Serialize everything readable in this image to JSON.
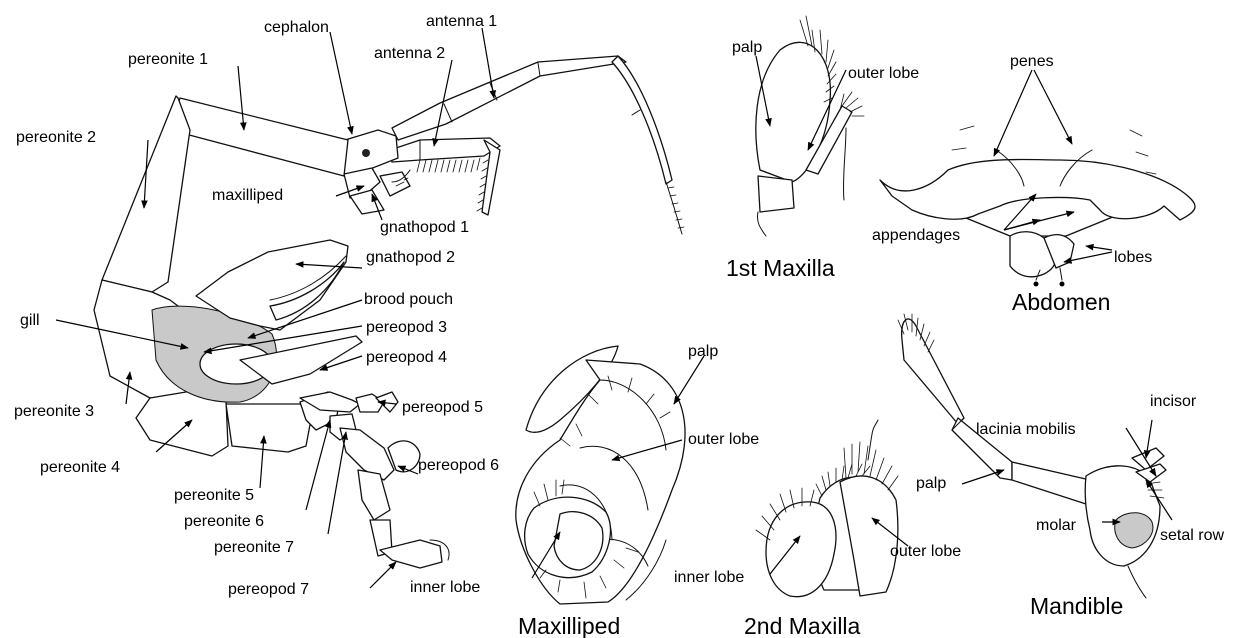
{
  "colors": {
    "line": "#111111",
    "membrane": "#c9c9c9",
    "background": "#ffffff"
  },
  "body_labels": {
    "antenna_1": "antenna 1",
    "antenna_2": "antenna 2",
    "cephalon": "cephalon",
    "pereonite_1": "pereonite 1",
    "pereonite_2": "pereonite 2",
    "pereonite_3": "pereonite 3",
    "pereonite_4": "pereonite 4",
    "pereonite_5": "pereonite 5",
    "pereonite_6": "pereonite 6",
    "pereonite_7": "pereonite 7",
    "maxilliped": "maxilliped",
    "gnathopod_1": "gnathopod 1",
    "gnathopod_2": "gnathopod 2",
    "brood_pouch": "brood pouch",
    "gill": "gill",
    "pereopod_3": "pereopod 3",
    "pereopod_4": "pereopod 4",
    "pereopod_5": "pereopod 5",
    "pereopod_6": "pereopod 6",
    "pereopod_7": "pereopod 7"
  },
  "first_maxilla": {
    "title": "1st Maxilla",
    "palp": "palp",
    "outer_lobe": "outer lobe"
  },
  "abdomen": {
    "title": "Abdomen",
    "penes": "penes",
    "appendages": "appendages",
    "lobes": "lobes"
  },
  "maxilliped_detail": {
    "title": "Maxilliped",
    "palp": "palp",
    "outer_lobe": "outer lobe",
    "inner_lobe": "inner lobe"
  },
  "second_maxilla": {
    "title": "2nd Maxilla",
    "inner_lobe": "inner lobe",
    "outer_lobe": "outer lobe"
  },
  "mandible": {
    "title": "Mandible",
    "incisor": "incisor",
    "lacinia_mobilis": "lacinia mobilis",
    "palp": "palp",
    "setal_row": "setal row",
    "molar": "molar"
  }
}
